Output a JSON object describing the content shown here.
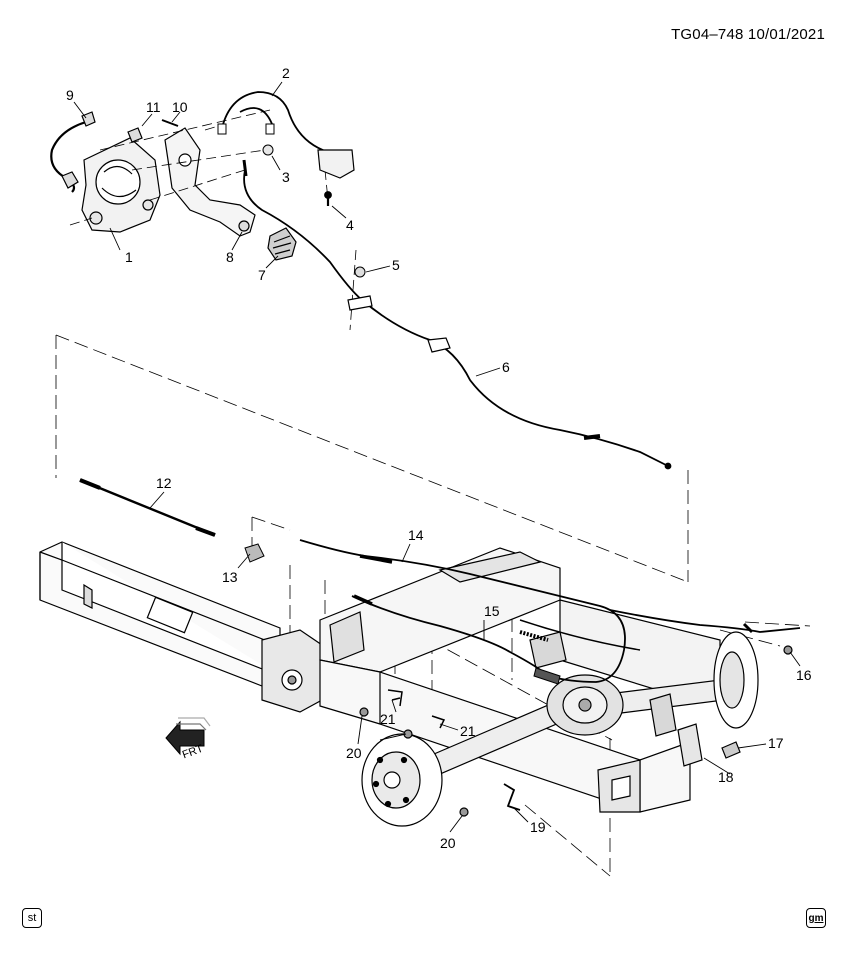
{
  "header": {
    "reference": "TG04–748  10/01/2021"
  },
  "callouts": [
    "1",
    "2",
    "3",
    "4",
    "5",
    "6",
    "7",
    "8",
    "9",
    "10",
    "11",
    "12",
    "13",
    "14",
    "15",
    "16",
    "17",
    "18",
    "19",
    "20",
    "20",
    "21",
    "21"
  ],
  "direction_label": "FRT",
  "corner_badges": {
    "left": "st",
    "right": "gm"
  },
  "colors": {
    "line": "#000000",
    "part_fill": "#ffffff",
    "shade": "#d9d9d9",
    "dark": "#1a1a1a"
  }
}
